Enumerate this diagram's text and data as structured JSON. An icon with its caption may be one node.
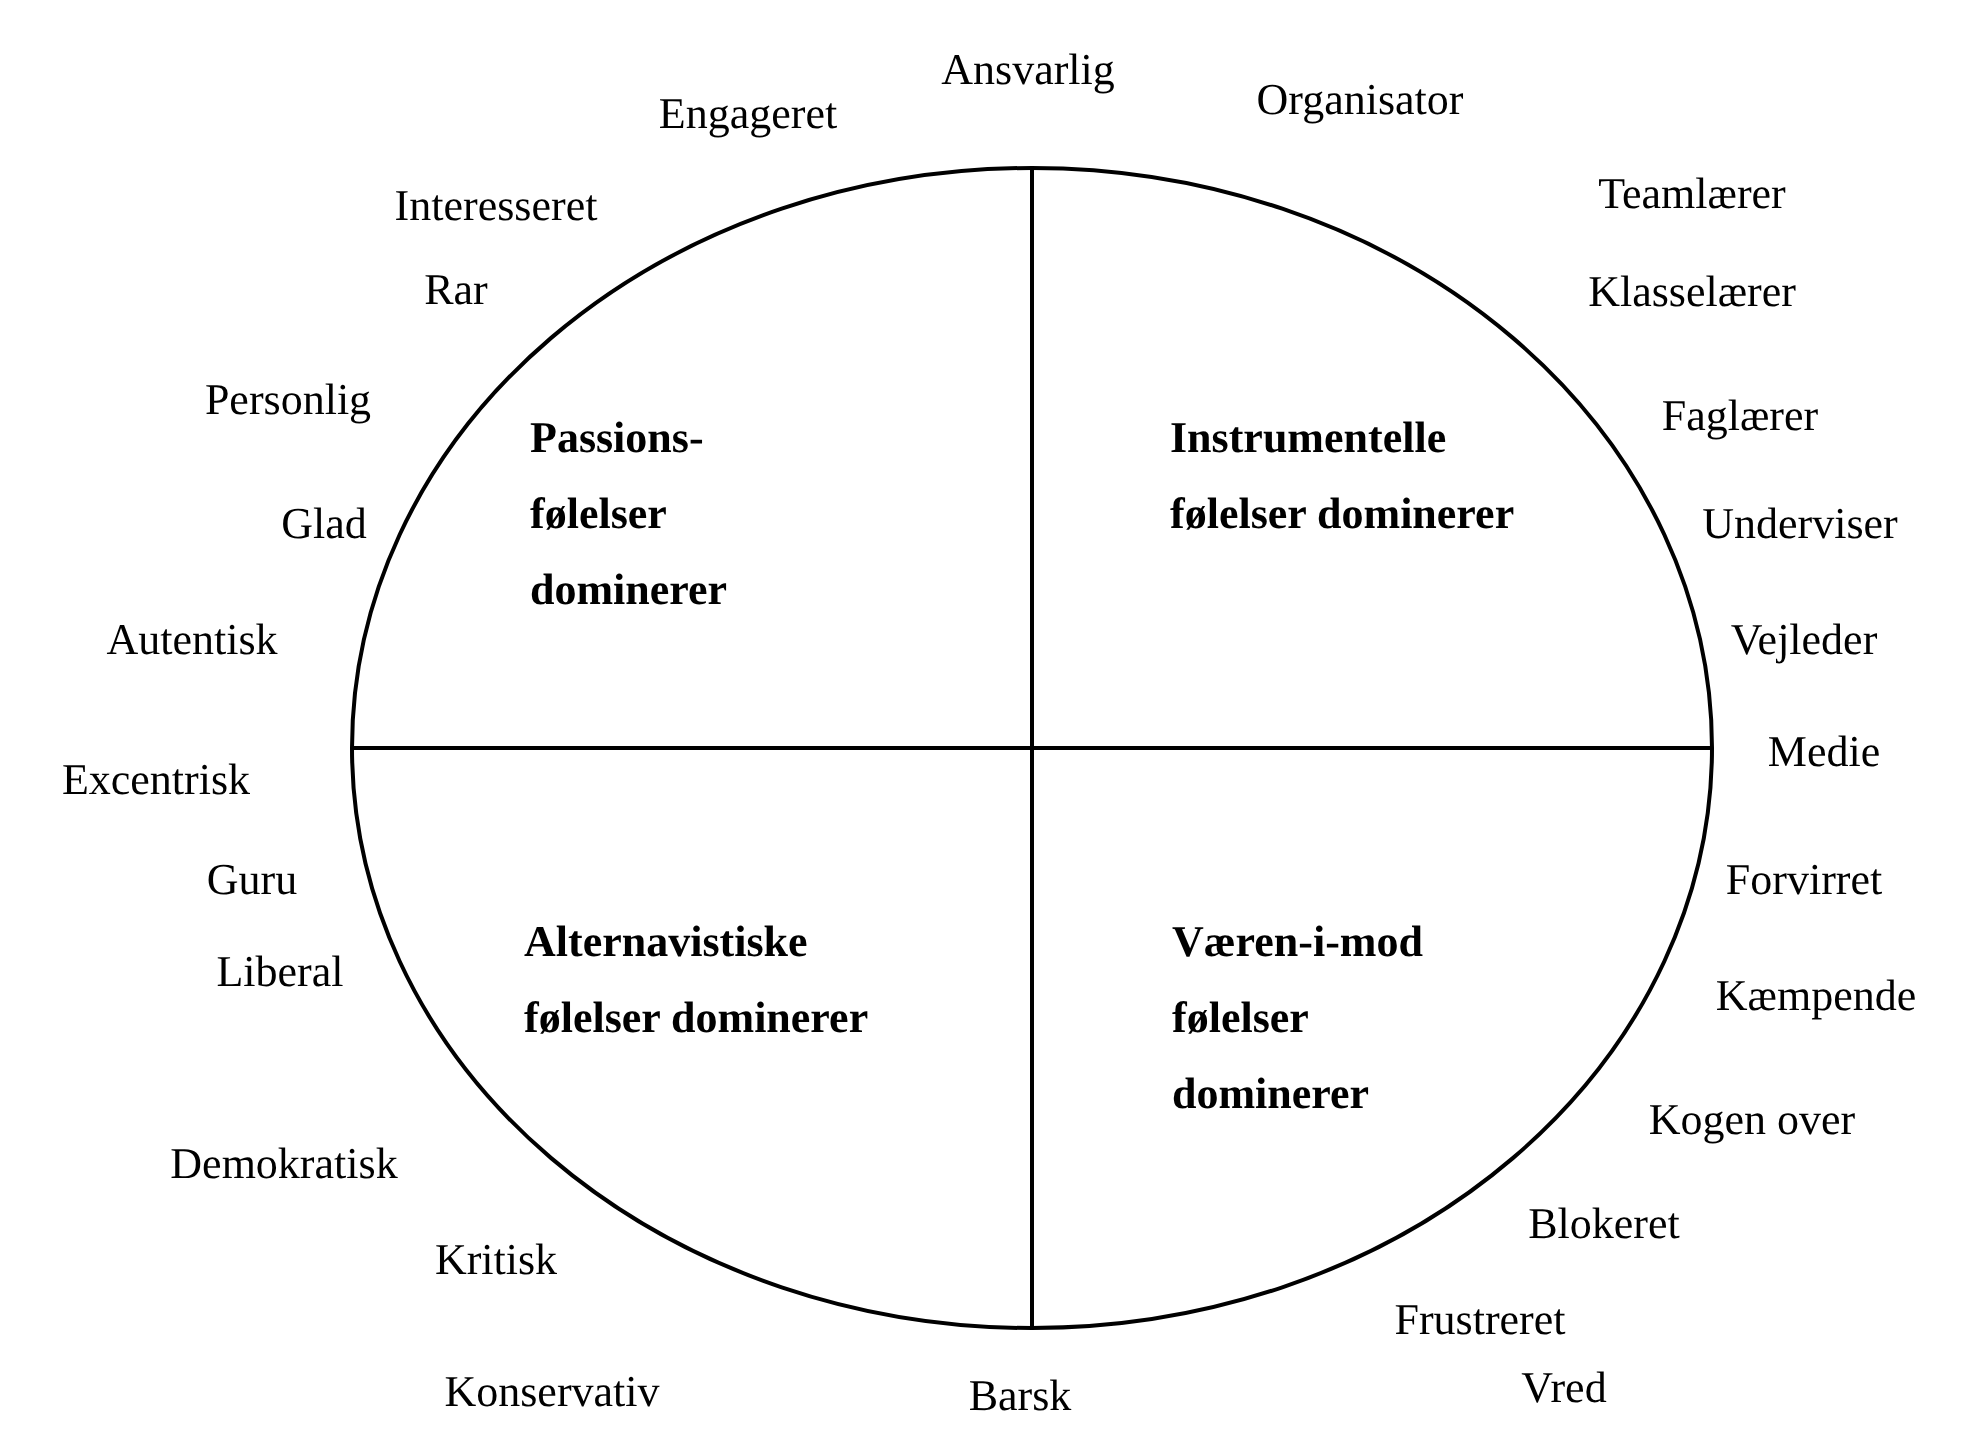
{
  "diagram": {
    "nodes": [
      {
        "text": [
          "Passions- følelser dominerer"
        ]
      },
      {
        "text": [
          "Instrumentelle følelser dominerer"
        ]
      },
      {
        "text": [
          "Alternavistiske følelser dominerer"
        ]
      },
      {
        "text": [
          "Væren-i-mod følelser dominerer"
        ]
      }
    ],
    "labels": [
      "Ansvarlig",
      "Engageret",
      "Organisator",
      "Interesseret",
      "Teamlærer",
      "Rar",
      "Klasselærer",
      "Personlig",
      "Faglærer",
      "Glad",
      "Underviser",
      "Autentisk",
      "Vejleder",
      "Excentrisk",
      "Medie",
      "Guru",
      "Forvirret",
      "Liberal",
      "Kæmpende",
      "Demokratisk",
      "Kogen over",
      "Kritisk",
      "Blokeret",
      "Frustreret",
      "Konservativ",
      "Barsk",
      "Vred"
    ]
  }
}
